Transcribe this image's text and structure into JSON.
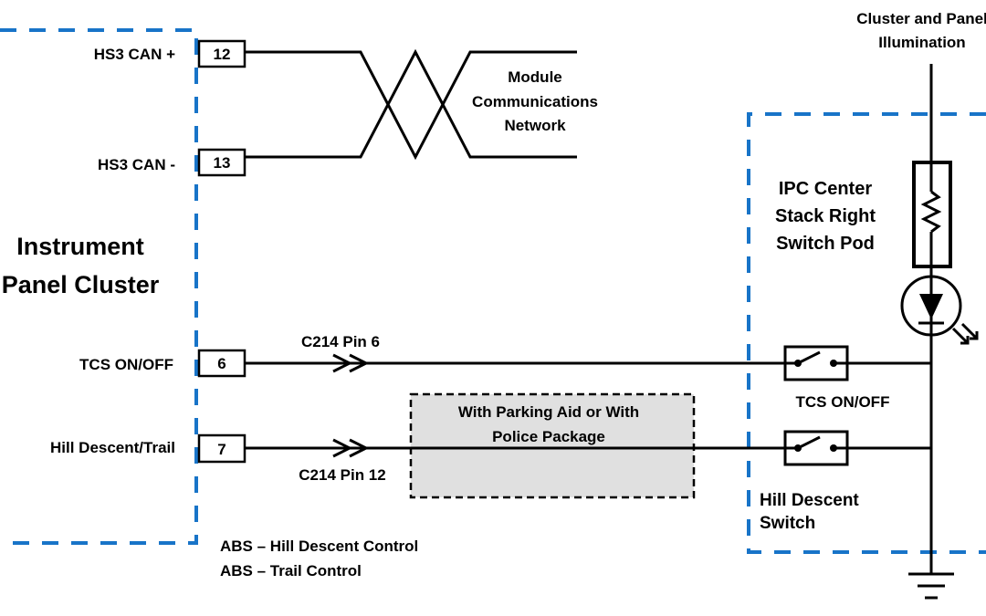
{
  "left_module": {
    "title_line1": "Instrument",
    "title_line2": "Panel Cluster"
  },
  "pins": [
    {
      "label": "HS3 CAN +",
      "number": "12"
    },
    {
      "label": "HS3 CAN -",
      "number": "13"
    },
    {
      "label": "TCS ON/OFF",
      "number": "6"
    },
    {
      "label": "Hill Descent/Trail",
      "number": "7"
    }
  ],
  "network": {
    "line1": "Module",
    "line2": "Communications",
    "line3": "Network"
  },
  "connectors": {
    "tcs": "C214 Pin 6",
    "hill": "C214 Pin 12"
  },
  "option_box": {
    "line1": "With Parking Aid or With",
    "line2": "Police Package"
  },
  "right_module": {
    "line1": "IPC Center",
    "line2": "Stack Right",
    "line3": "Switch Pod"
  },
  "power": {
    "line1": "Cluster and Panel",
    "line2": "Illumination"
  },
  "switches": {
    "tcs": "TCS ON/OFF",
    "hill_line1": "Hill Descent",
    "hill_line2": "Switch"
  },
  "notes": [
    "ABS – Hill Descent Control",
    "ABS – Trail Control"
  ],
  "colors": {
    "module_border": "#1874c8",
    "option_fill": "#e0e0e0"
  }
}
